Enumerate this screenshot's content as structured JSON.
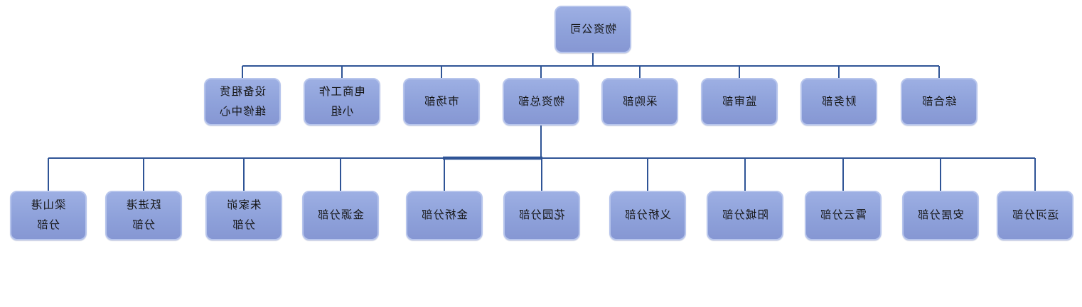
{
  "org_chart": {
    "type": "org-chart",
    "text_rendering": "mirrored-horizontally",
    "root": {
      "label": "物资公司"
    },
    "departments": [
      {
        "label": "设备租赁\n维修中心"
      },
      {
        "label": "电商工作\n小组"
      },
      {
        "label": "市场部"
      },
      {
        "label": "物资总部"
      },
      {
        "label": "采购部"
      },
      {
        "label": "监审部"
      },
      {
        "label": "财务部"
      },
      {
        "label": "综合部"
      }
    ],
    "branches_parent": "物资总部",
    "branches": [
      {
        "label": "梁山港\n分部"
      },
      {
        "label": "跃进港\n分部"
      },
      {
        "label": "朱家峁\n分部"
      },
      {
        "label": "金源分部"
      },
      {
        "label": "金桥分部"
      },
      {
        "label": "花园分部"
      },
      {
        "label": "义桥分部"
      },
      {
        "label": "阳城分部"
      },
      {
        "label": "霄云分部"
      },
      {
        "label": "安居分部"
      },
      {
        "label": "运河分部"
      }
    ],
    "colors": {
      "node_fill": "#8EA1DA",
      "node_border": "#B7C5EC",
      "connector": "#2F5496",
      "text": "#141414",
      "background": "#FFFFFF"
    }
  }
}
